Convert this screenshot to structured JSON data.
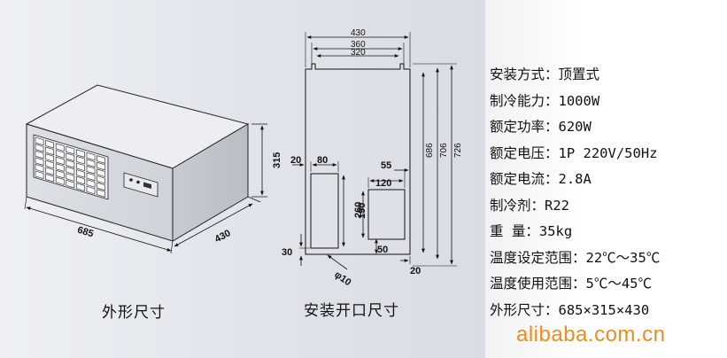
{
  "left_drawing": {
    "caption": "外形尺寸",
    "dim_width": "685",
    "dim_depth": "430",
    "dim_height": "315"
  },
  "right_drawing": {
    "caption": "安装开口尺寸",
    "dim_430": "430",
    "dim_360": "360",
    "dim_320": "320",
    "dim_686": "686",
    "dim_706": "706",
    "dim_726": "726",
    "dim_20_left": "20",
    "dim_80": "80",
    "dim_55": "55",
    "dim_120": "120",
    "dim_260": "260",
    "dim_190": "190",
    "dim_30": "30",
    "dim_50": "50",
    "dim_20_bottom": "20",
    "dim_hole": "φ10"
  },
  "specs": [
    "安装方式：顶置式",
    "制冷能力：1000W",
    "额定功率：620W",
    "额定电压：1P 220V/50Hz",
    "额定电流：2.8A",
    "制冷剂：R22",
    "重  量：35kg",
    "温度设定范围：22℃～35℃",
    "温度使用范围：5℃～45℃",
    "外形尺寸：685×315×430"
  ],
  "watermark": "alibaba.com.cn",
  "colors": {
    "watermark": "#f08c1c",
    "line": "#111111"
  }
}
